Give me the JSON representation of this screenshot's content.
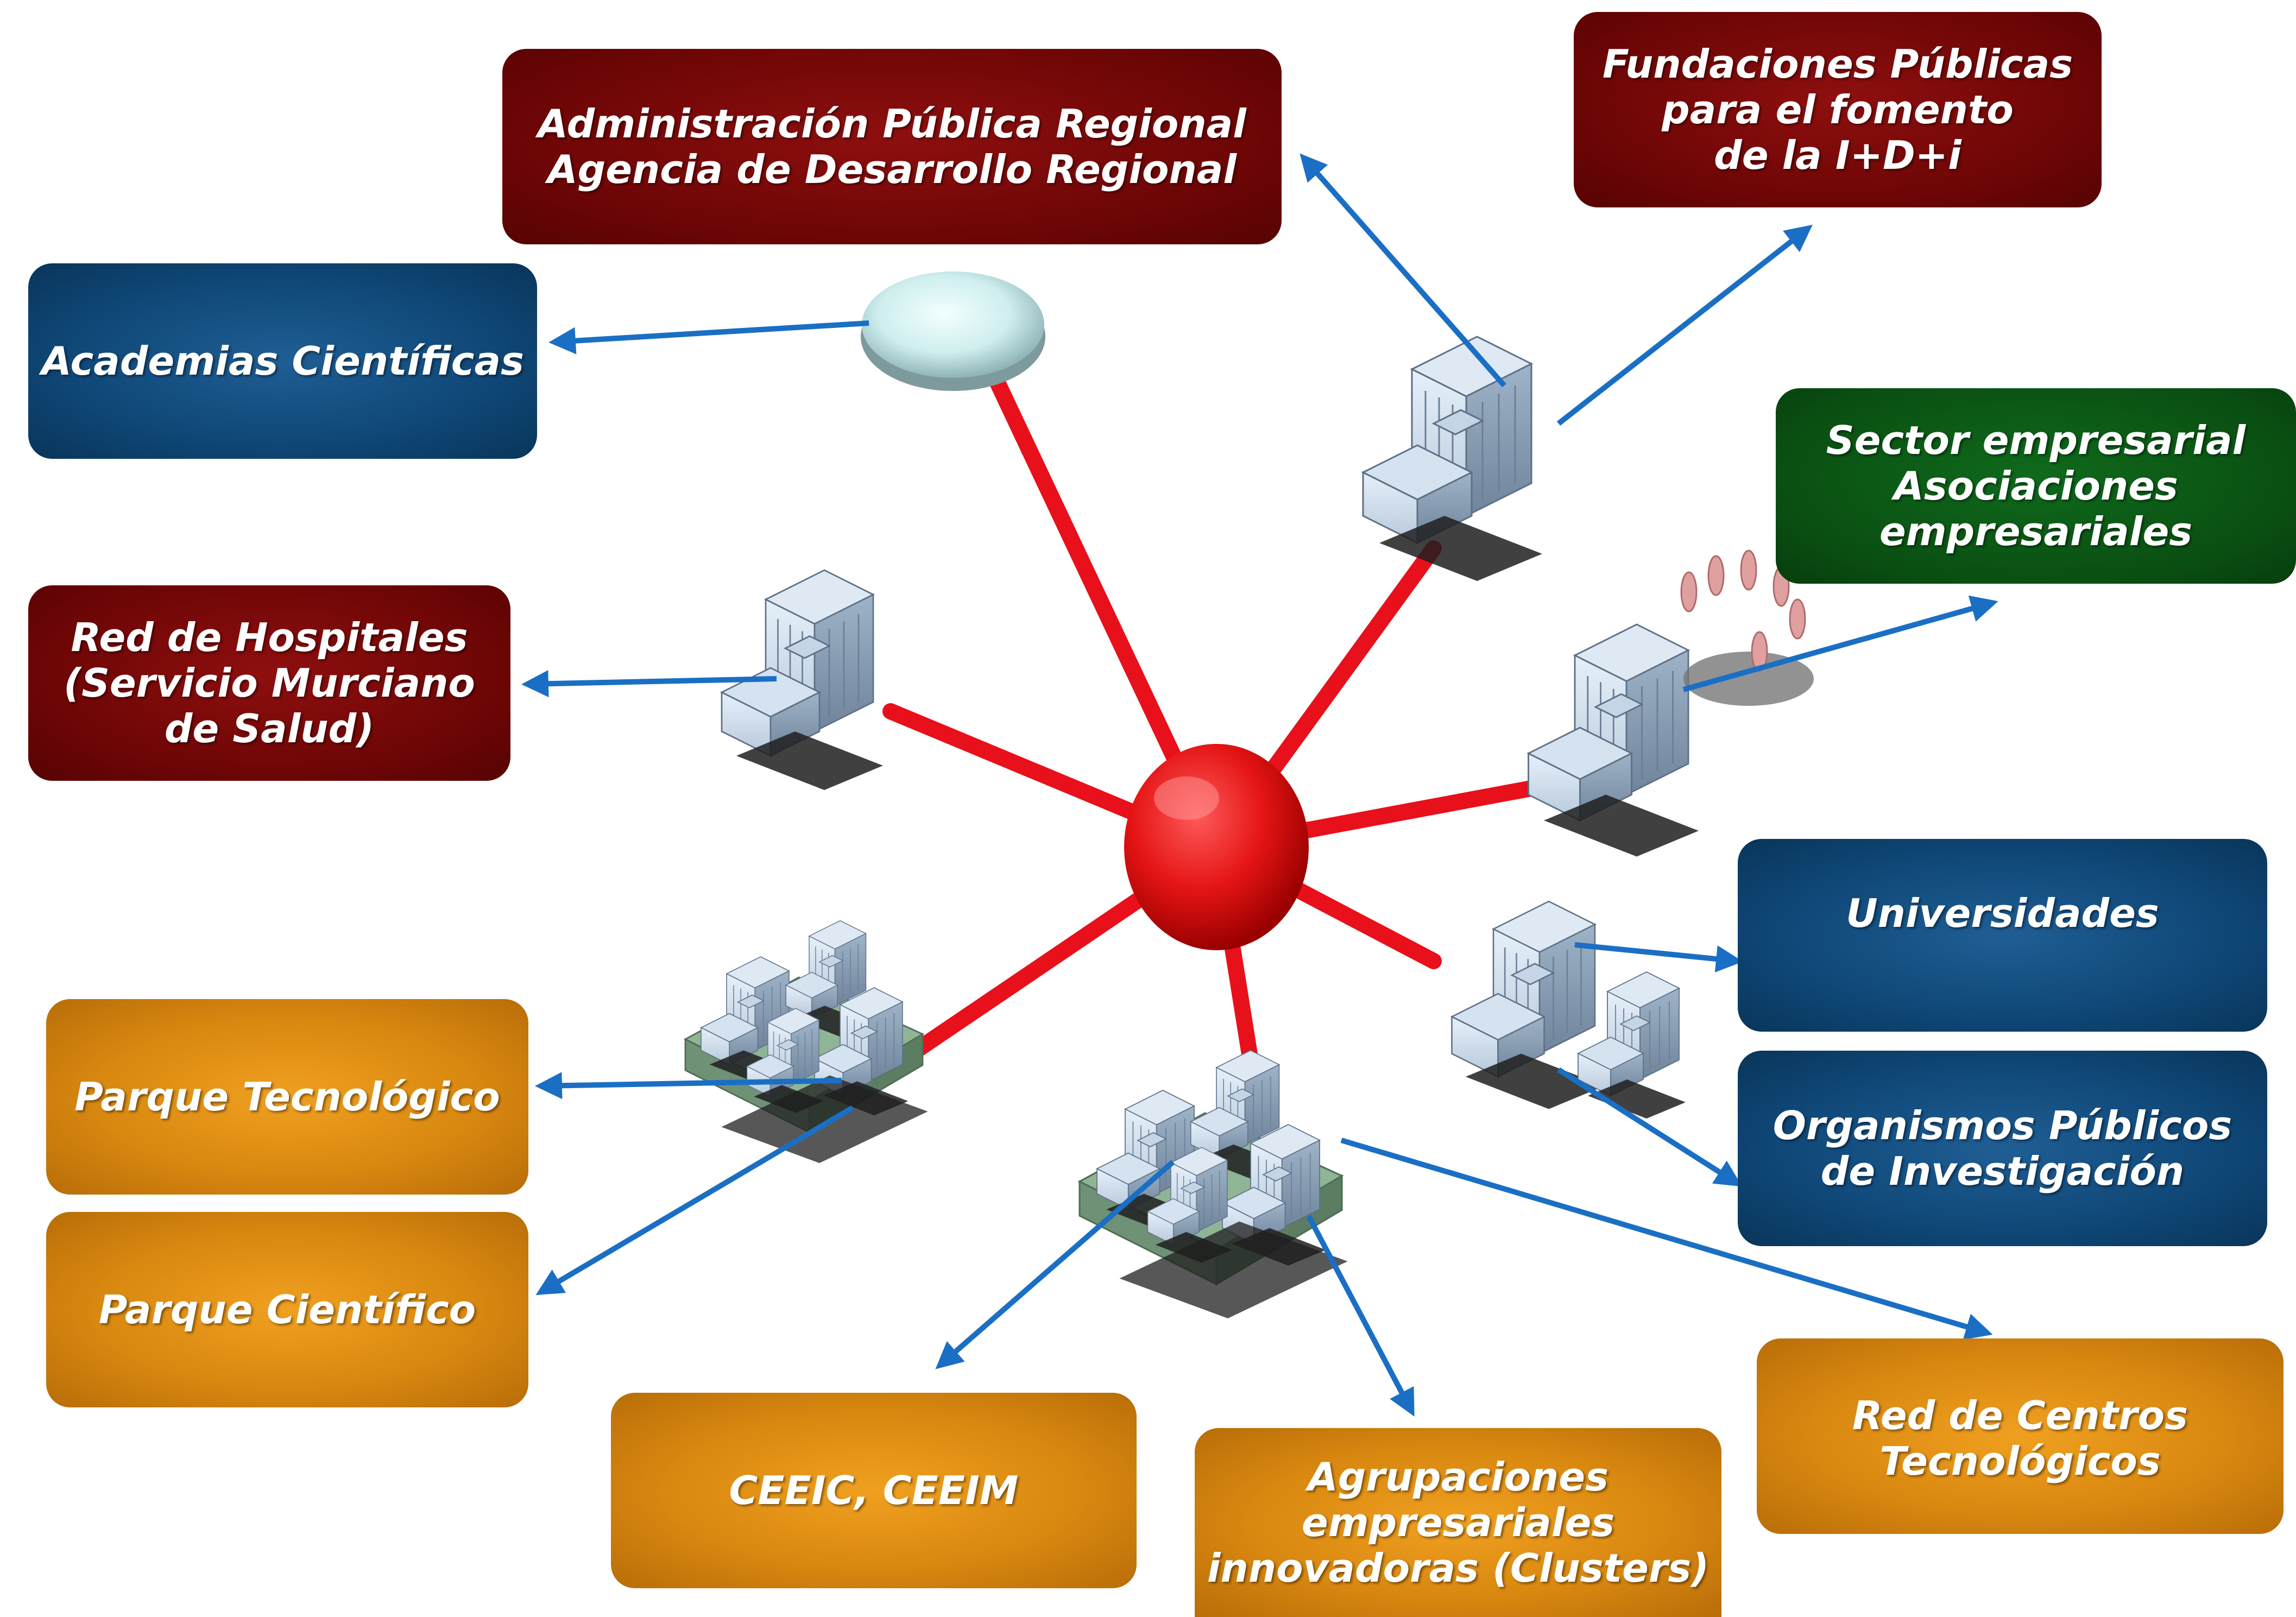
{
  "colors": {
    "dark_red": "#6b0505",
    "green": "#0a4f12",
    "blue": "#0f4777",
    "orange": "#d98810",
    "connector_red": "#e8101a",
    "arrow_blue": "#1a6fc4",
    "hub_red": "#e41414"
  },
  "boxes": {
    "admin": [
      "Administración Pública Regional",
      "Agencia de Desarrollo Regional"
    ],
    "fundaciones": [
      "Fundaciones Públicas",
      "para el fomento",
      "de la I+D+i"
    ],
    "academias": [
      "Academias Científicas"
    ],
    "sector": [
      "Sector empresarial",
      "Asociaciones",
      "empresariales"
    ],
    "hospitales": [
      "Red de Hospitales",
      "(Servicio Murciano",
      "de Salud)"
    ],
    "universidades": [
      "Universidades"
    ],
    "organismos": [
      "Organismos Públicos",
      "de Investigación"
    ],
    "parque_tec": [
      "Parque Tecnológico"
    ],
    "parque_cien": [
      "Parque Científico"
    ],
    "ceeic": [
      "CEEIC, CEEIM"
    ],
    "agrupaciones": [
      "Agrupaciones",
      "empresariales",
      "innovadoras (Clusters)"
    ],
    "red_centros": [
      "Red de Centros",
      "Tecnológicos"
    ]
  },
  "icons": {
    "hub": "central-red-sphere",
    "academias_node": "disc-icon",
    "fundaciones_node": "building-icon",
    "sector_node": "building-with-people-icon",
    "hospitales_node": "building-icon",
    "universidades_node": "building-icon",
    "parques_node": "city-block-icon",
    "clusters_node": "city-block-icon"
  }
}
